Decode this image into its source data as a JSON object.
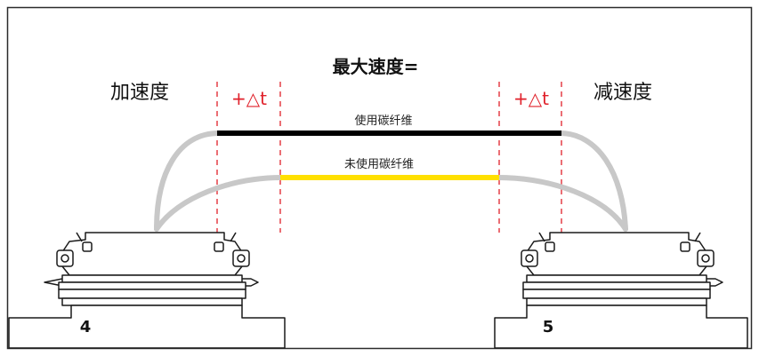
{
  "title": "最大速度=",
  "labels": {
    "accel": "加速度",
    "decel": "减速度",
    "delta_left": "+△t",
    "delta_right": "+△t",
    "with_cf": "使用碳纤维",
    "without_cf": "未使用碳纤维"
  },
  "stations": {
    "left_number": "4",
    "right_number": "5"
  },
  "colors": {
    "frame": "#2b2b2b",
    "delta_lines": "#e0202a",
    "delta_text": "#e0202a",
    "black_segment": "#000000",
    "yellow_segment": "#ffe000",
    "cable_gray": "#c8c8c8",
    "outline": "#1a1a1a"
  }
}
